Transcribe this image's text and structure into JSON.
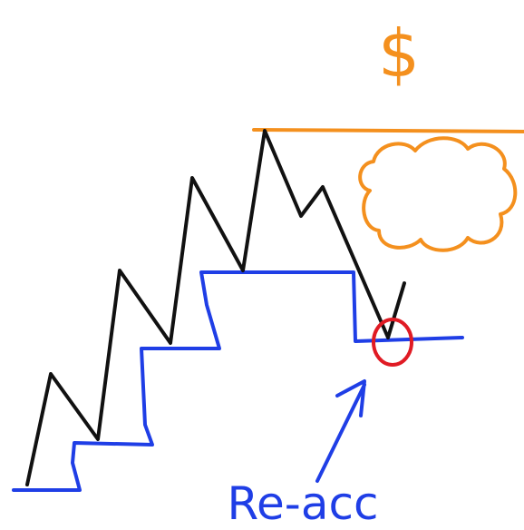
{
  "annotations": {
    "currency_symbol": "$",
    "caption": "Re-acc"
  },
  "colors": {
    "price_line": "#111111",
    "support_steps": "#1f3ee6",
    "resistance_and_target": "#f4901e",
    "highlight_circle": "#e01b24",
    "arrow": "#1f3ee6",
    "background": "#ffffff"
  },
  "elements": {
    "price_path": "zigzag-price-line",
    "support": "stepped-support-line",
    "resistance": "resistance-line",
    "target_cloud": "cloud-shape",
    "marker": "retest-circle",
    "pointer": "up-right-arrow"
  }
}
